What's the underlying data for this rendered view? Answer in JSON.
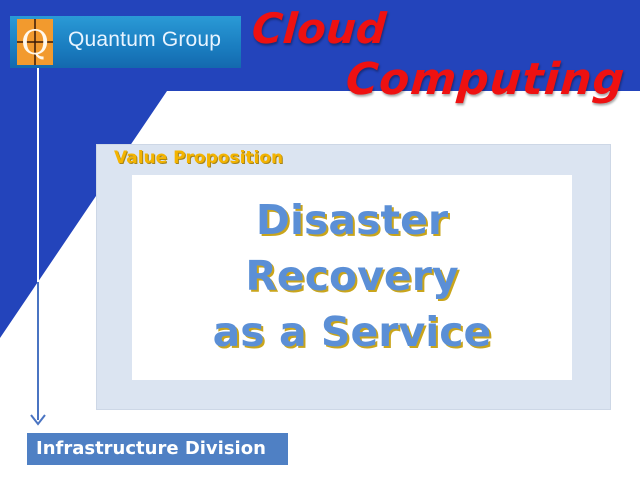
{
  "header": {
    "logo_letter": "Q",
    "company_name": "Quantum Group"
  },
  "title": {
    "line1": "Cloud",
    "line2": "Computing"
  },
  "panel": {
    "label": "Value Proposition",
    "headline": [
      "Disaster",
      "Recovery",
      "as a Service"
    ]
  },
  "footer": {
    "division": "Infrastructure Division"
  },
  "colors": {
    "background_blue": "#2344bb",
    "header_bar": "#1a7dc0",
    "logo_orange": "#f29a2e",
    "title_red": "#ee1111",
    "panel_bg": "#dbe4f1",
    "label_gold": "#f4b400",
    "headline_blue": "#5b8fd6",
    "headline_shadow": "#c9a51c",
    "division_bg": "#4f80c4"
  }
}
